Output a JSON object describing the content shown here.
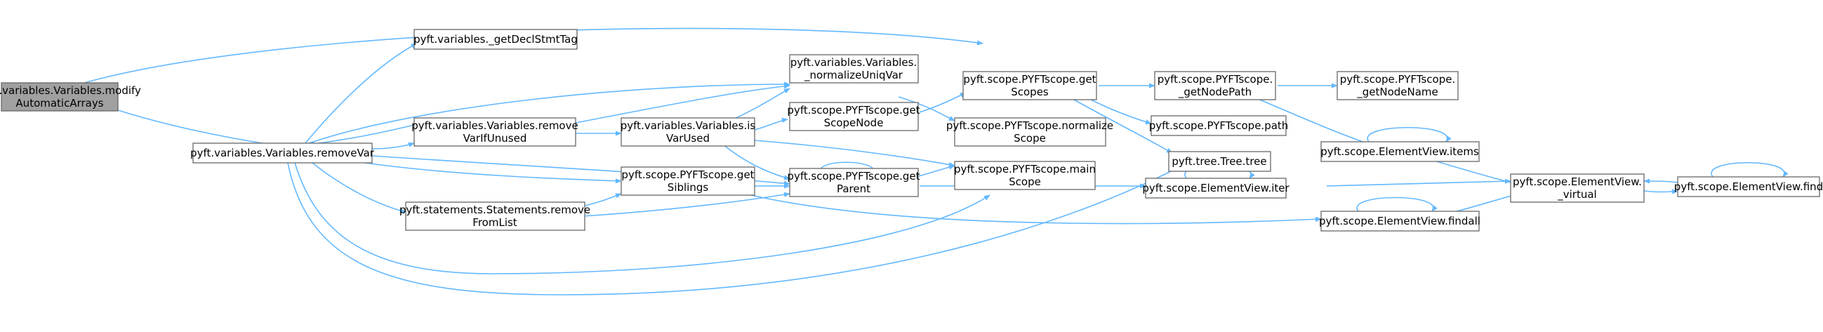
{
  "graph": {
    "edge_color": "#63b8ff",
    "node_border": "#666666",
    "root_fill": "#a0a0a0",
    "nodes": [
      {
        "id": "modify",
        "lines": [
          "pyft.variables.Variables.modify",
          "AutomaticArrays"
        ],
        "root": true
      },
      {
        "id": "removeVar",
        "lines": [
          "pyft.variables.Variables.removeVar"
        ]
      },
      {
        "id": "getDeclStmtTag",
        "lines": [
          "pyft.variables._getDeclStmtTag"
        ]
      },
      {
        "id": "removeVarIfUnused",
        "lines": [
          "pyft.variables.Variables.remove",
          "VarIfUnused"
        ]
      },
      {
        "id": "removeFromList",
        "lines": [
          "pyft.statements.Statements.remove",
          "FromList"
        ]
      },
      {
        "id": "normalizeUniqVar",
        "lines": [
          "pyft.variables.Variables.",
          "_normalizeUniqVar"
        ]
      },
      {
        "id": "isVarUsed",
        "lines": [
          "pyft.variables.Variables.is",
          "VarUsed"
        ]
      },
      {
        "id": "getSiblings",
        "lines": [
          "pyft.scope.PYFTscope.get",
          "Siblings"
        ]
      },
      {
        "id": "getScopeNode",
        "lines": [
          "pyft.scope.PYFTscope.get",
          "ScopeNode"
        ]
      },
      {
        "id": "getParent",
        "lines": [
          "pyft.scope.PYFTscope.get",
          "Parent"
        ]
      },
      {
        "id": "getScopes",
        "lines": [
          "pyft.scope.PYFTscope.get",
          "Scopes"
        ]
      },
      {
        "id": "normalizeScope",
        "lines": [
          "pyft.scope.PYFTscope.normalize",
          "Scope"
        ]
      },
      {
        "id": "mainScope",
        "lines": [
          "pyft.scope.PYFTscope.main",
          "Scope"
        ]
      },
      {
        "id": "getNodePath",
        "lines": [
          "pyft.scope.PYFTscope.",
          "_getNodePath"
        ]
      },
      {
        "id": "path",
        "lines": [
          "pyft.scope.PYFTscope.path"
        ]
      },
      {
        "id": "tree",
        "lines": [
          "pyft.tree.Tree.tree"
        ]
      },
      {
        "id": "iter",
        "lines": [
          "pyft.scope.ElementView.iter"
        ]
      },
      {
        "id": "findall",
        "lines": [
          "pyft.scope.ElementView.findall"
        ]
      },
      {
        "id": "getNodeName",
        "lines": [
          "pyft.scope.PYFTscope.",
          "_getNodeName"
        ]
      },
      {
        "id": "items",
        "lines": [
          "pyft.scope.ElementView.items"
        ]
      },
      {
        "id": "virtual",
        "lines": [
          "pyft.scope.ElementView.",
          "_virtual"
        ]
      },
      {
        "id": "find",
        "lines": [
          "pyft.scope.ElementView.find"
        ]
      }
    ]
  }
}
